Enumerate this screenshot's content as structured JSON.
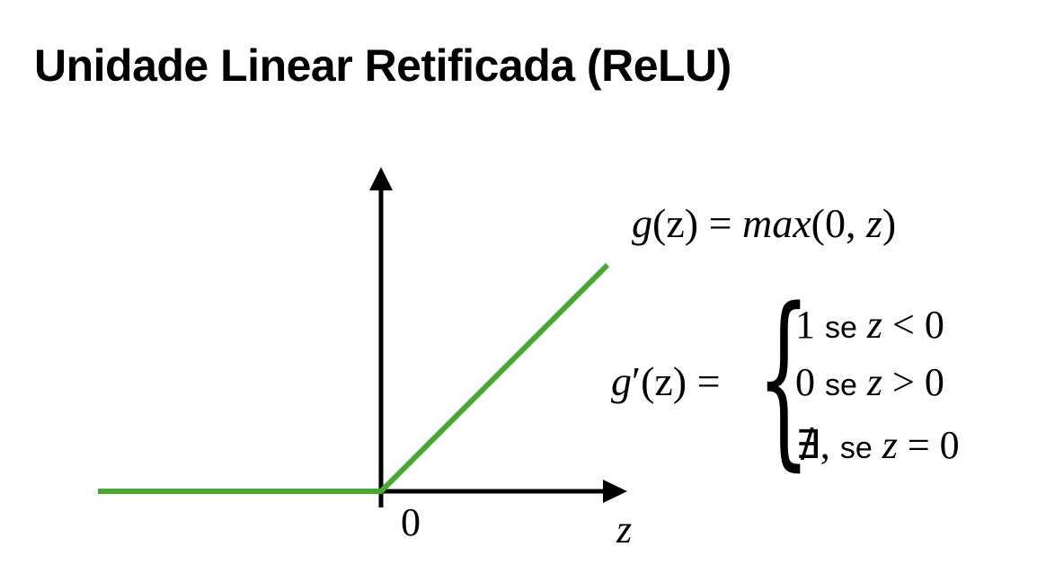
{
  "title": "Unidade Linear Retificada (ReLU)",
  "colors": {
    "relu_line": "#4aa832",
    "axes": "#000000",
    "text": "#000000"
  },
  "equation": {
    "lhs_func": "g",
    "lhs_arg": "(z)",
    "equals": "=",
    "rhs_func": "max",
    "rhs_open": "(0, ",
    "rhs_var": "z",
    "rhs_close": ")"
  },
  "derivative": {
    "lhs_func": "g",
    "lhs_prime": "′",
    "lhs_arg": "(z)",
    "equals": "=",
    "brace": "{",
    "cases": [
      {
        "value": "1",
        "se": "se",
        "var": "z",
        "rel": "< 0"
      },
      {
        "value": "0",
        "se": "se",
        "var": "z",
        "rel": "> 0"
      },
      {
        "value": "∄,",
        "se": "se",
        "var": "z",
        "rel": "= 0"
      }
    ]
  },
  "axes": {
    "origin_label": "0",
    "x_label": "z"
  },
  "chart_data": {
    "type": "line",
    "series": [
      {
        "x": [
          -1.25,
          0,
          1.0
        ],
        "y": [
          0,
          0,
          1.0
        ]
      }
    ]
  }
}
